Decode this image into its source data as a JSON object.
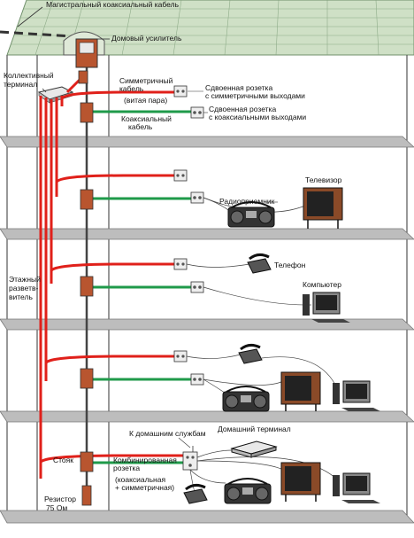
{
  "labels": {
    "trunk_cable": "Магистральный коаксиальный кабель",
    "house_amplifier": "Домовый усилитель",
    "collective_terminal_1": "Коллективный",
    "collective_terminal_2": "терминал",
    "symmetric_cable_1": "Симметричный",
    "symmetric_cable_2": "кабель",
    "symmetric_cable_3": "(витая пара)",
    "coax_cable_1": "Коаксиальный",
    "coax_cable_2": "кабель",
    "dual_outlet_sym_1": "Сдвоенная розетка",
    "dual_outlet_sym_2": "с симметричными выходами",
    "dual_outlet_coax_1": "Сдвоенная розетка",
    "dual_outlet_coax_2": "с коаксиальными выходами",
    "tv": "Телевизор",
    "radio": "Радиоприемник",
    "phone": "Телефон",
    "computer": "Компьютер",
    "floor_splitter_1": "Этажный",
    "floor_splitter_2": "разветв-",
    "floor_splitter_3": "витель",
    "to_home_services": "К домашним службам",
    "home_terminal": "Домашний терминал",
    "combined_outlet_1": "Комбинированная",
    "combined_outlet_2": "розетка",
    "combined_outlet_3": "(коаксиальная",
    "combined_outlet_4": "+ симметричная)",
    "riser": "Стояк",
    "resistor_1": "Резистор",
    "resistor_2": "75 Ом"
  },
  "colors": {
    "roof": "#cfe0c6",
    "roof_lines": "#6f8f6a",
    "floor_slab": "#bdbdbd",
    "twisted_pair": "#e0201a",
    "coax": "#1f9a4a",
    "box": "#b8552f",
    "outline": "#555555"
  }
}
